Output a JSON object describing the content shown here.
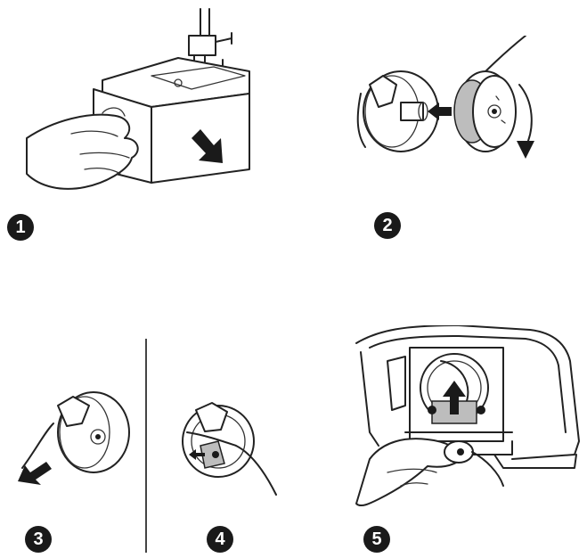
{
  "steps": [
    {
      "number": "1",
      "icon": "remove-cover-illustration"
    },
    {
      "number": "2",
      "icon": "insert-bobbin-illustration"
    },
    {
      "number": "3",
      "icon": "pull-thread-illustration"
    },
    {
      "number": "4",
      "icon": "thread-tension-spring-illustration"
    },
    {
      "number": "5",
      "icon": "insert-bobbin-case-illustration"
    }
  ]
}
